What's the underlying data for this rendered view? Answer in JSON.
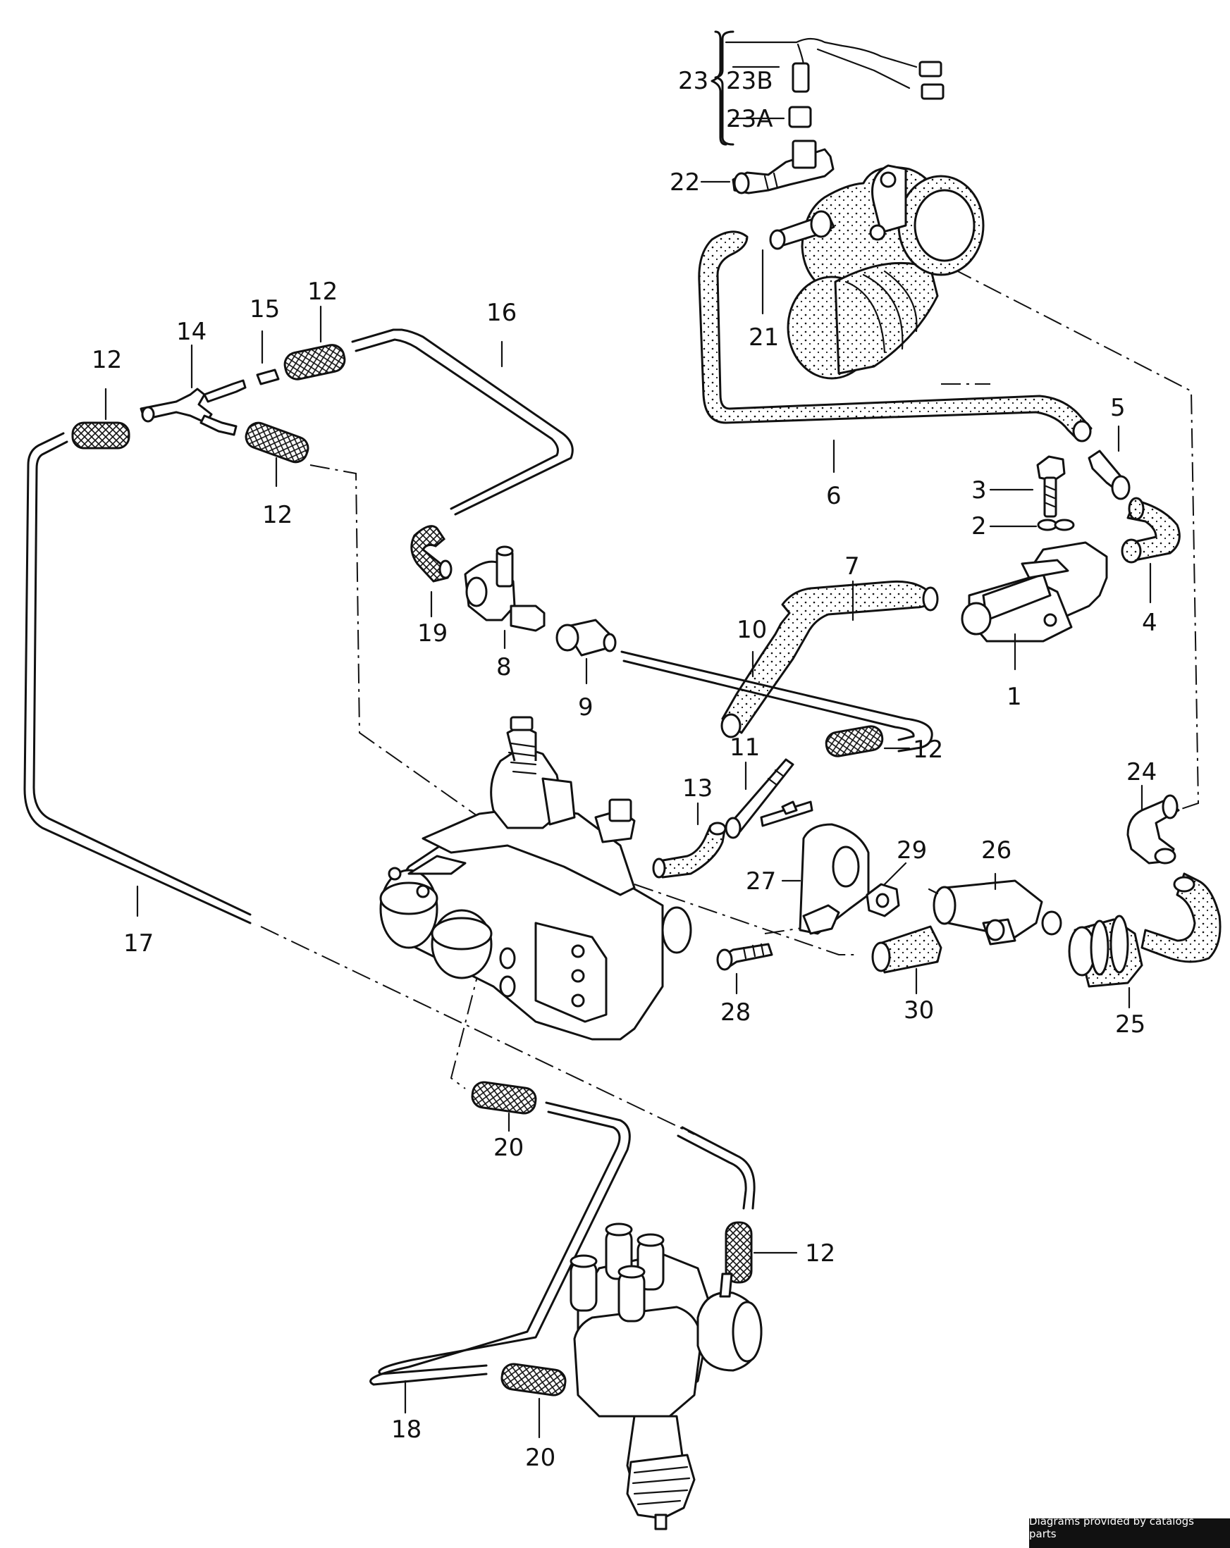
{
  "callouts": {
    "c1": "1",
    "c2": "2",
    "c3": "3",
    "c4": "4",
    "c5": "5",
    "c6": "6",
    "c7": "7",
    "c8": "8",
    "c9": "9",
    "c10": "10",
    "c11": "11",
    "c12": "12",
    "c13": "13",
    "c14": "14",
    "c15": "15",
    "c16": "16",
    "c17": "17",
    "c18": "18",
    "c19": "19",
    "c20": "20",
    "c21": "21",
    "c22": "22",
    "c23": "23",
    "c23a": "23A",
    "c23b": "23B",
    "c24": "24",
    "c25": "25",
    "c26": "26",
    "c27": "27",
    "c28": "28",
    "c29": "29",
    "c30": "30"
  },
  "credit": "Diagrams provided by catalogs parts"
}
